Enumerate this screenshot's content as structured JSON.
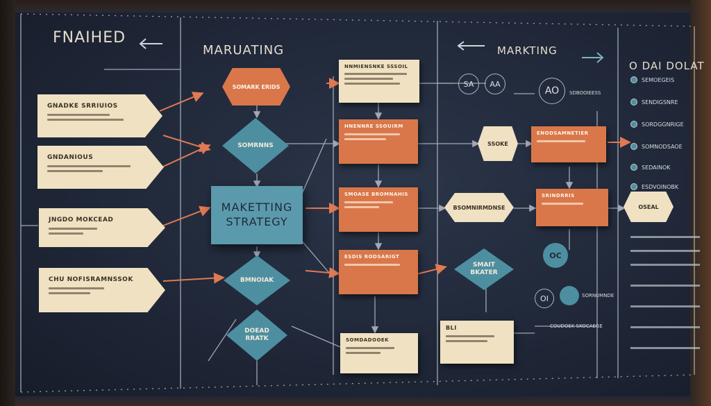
{
  "headers": {
    "left": "FNAIHED",
    "center": "MARUATING",
    "right": "MARKTING",
    "far_right": "O DAI DOLAT"
  },
  "left_tags": [
    {
      "title": "GNADKE SRRIUIOS"
    },
    {
      "title": "GNDANIOUS"
    },
    {
      "title": "JNGDO MOKCEAD"
    },
    {
      "title": "CHU NOFISRAMNSSOK"
    }
  ],
  "top_hex": "SOMARK ERIDS",
  "diamonds": [
    {
      "label": "SOMRNNS"
    },
    {
      "label": "BMNOIAK"
    },
    {
      "label": "DOEAD\nRRATK"
    },
    {
      "label": "SMAIT\nBKATER"
    }
  ],
  "main_box": {
    "line1": "MAKETTING",
    "line2": "STRATEGY"
  },
  "top_note": "NNMIENSNKE SSSOIL",
  "orange_boxes": [
    {
      "title": "HNENNRE SSOUIRM"
    },
    {
      "title": "SMOASE BROMNAHIS"
    },
    {
      "title": "ESDIS RODSARIGT"
    },
    {
      "title": "ENODSAMNETIER"
    },
    {
      "title": "SRINDRRIS"
    }
  ],
  "bottom_notes": [
    {
      "title": "SOMDADOOEK"
    },
    {
      "title": "BLI"
    }
  ],
  "hexes": [
    {
      "label": "SSOKE"
    },
    {
      "label": "BSOMNIRMDNSE"
    },
    {
      "label": "OSEAL"
    }
  ],
  "circles": {
    "top_a": "SA",
    "top_b": "AA",
    "mid": "OC",
    "bottom_a": "OI",
    "top_c": "AO"
  },
  "circle_labels": {
    "top_c_label": "SDBOOIEESS",
    "bottom_label": "SORNUMNDE",
    "bottom_label2": "COUDOEK SKOCAEGE"
  },
  "side_items": [
    {
      "label": "SEMOEGEIS"
    },
    {
      "label": "SENDIGSNRE"
    },
    {
      "label": "SORDGGNRIGE"
    },
    {
      "label": "SOMNODSAOE"
    },
    {
      "label": "SEDAINOK"
    },
    {
      "label": "ESDVOINOBK"
    }
  ],
  "colors": {
    "board": "#1f2738",
    "cream": "#efe1c2",
    "orange": "#d9774a",
    "teal": "#4d8fa0",
    "line": "#b8bec8",
    "arrow_orange": "#e07a52"
  },
  "icons": {
    "left_arrow": "arrow-icon",
    "right_arrow": "arrow-icon"
  }
}
